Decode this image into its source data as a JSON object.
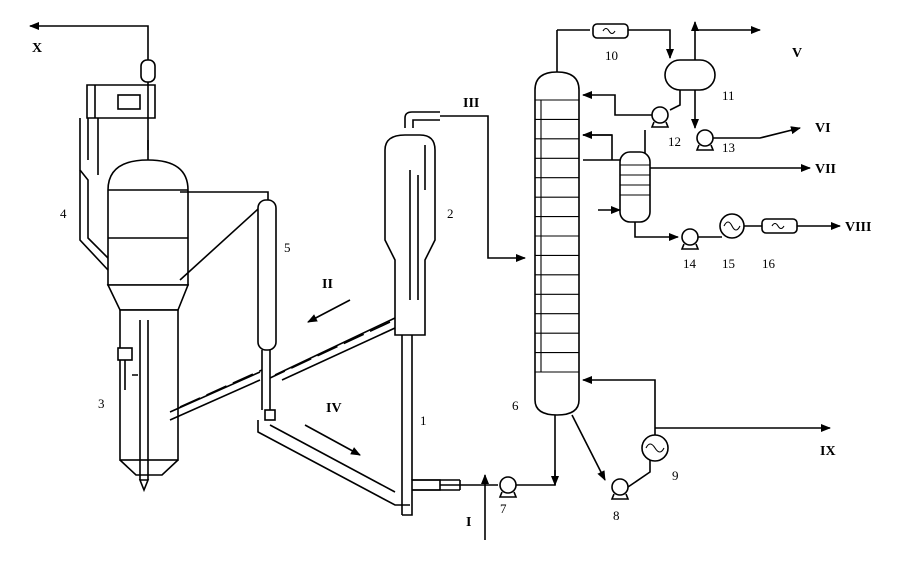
{
  "diagram": {
    "equipment_labels": [
      "1",
      "2",
      "3",
      "4",
      "5",
      "6",
      "7",
      "8",
      "9",
      "10",
      "11",
      "12",
      "13",
      "14",
      "15",
      "16"
    ],
    "stream_labels": {
      "I": "I",
      "II": "II",
      "III": "III",
      "IV": "IV",
      "V": "V",
      "VI": "VI",
      "VII": "VII",
      "VIII": "VIII",
      "IX": "IX",
      "X": "X"
    },
    "tray_count": 15
  }
}
